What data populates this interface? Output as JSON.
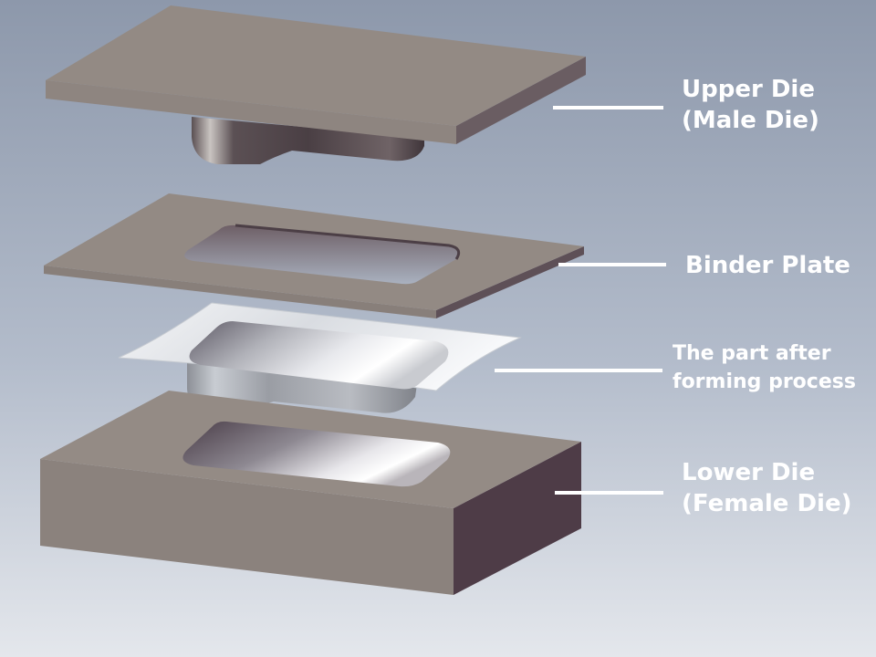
{
  "diagram": {
    "labels": {
      "upper_die": {
        "line1": "Upper Die",
        "line2": "(Male Die)"
      },
      "binder_plate": {
        "line1": "Binder Plate"
      },
      "formed_part": {
        "line1": "The part after",
        "line2": "forming process"
      },
      "lower_die": {
        "line1": "Lower Die",
        "line2": "(Female Die)"
      }
    },
    "colors": {
      "background_top": "#8d98ab",
      "background_bottom": "#e4e7ec",
      "die_top_face": "#928983",
      "die_front_face": "#8b827d",
      "die_side_face": "#51404a",
      "sheet_metal": "#e9ecef",
      "leader_line": "#ffffff",
      "label_text": "#ffffff"
    }
  }
}
